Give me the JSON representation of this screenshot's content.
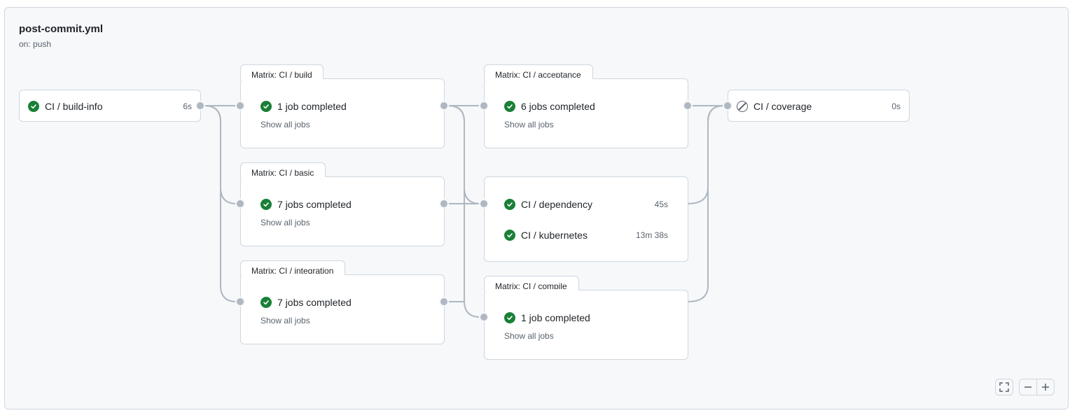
{
  "workflow": {
    "file": "post-commit.yml",
    "trigger": "on: push"
  },
  "jobs": {
    "build_info": {
      "name": "CI / build-info",
      "duration": "6s",
      "status": "success"
    },
    "coverage": {
      "name": "CI / coverage",
      "duration": "0s",
      "status": "skipped"
    },
    "dependency": {
      "name": "CI / dependency",
      "duration": "45s",
      "status": "success"
    },
    "kubernetes": {
      "name": "CI / kubernetes",
      "duration": "13m 38s",
      "status": "success"
    }
  },
  "matrices": {
    "build": {
      "tab": "Matrix: CI / build",
      "summary": "1 job completed",
      "link": "Show all jobs"
    },
    "basic": {
      "tab": "Matrix: CI / basic",
      "summary": "7 jobs completed",
      "link": "Show all jobs"
    },
    "integration": {
      "tab": "Matrix: CI / integration",
      "summary": "7 jobs completed",
      "link": "Show all jobs"
    },
    "acceptance": {
      "tab": "Matrix: CI / acceptance",
      "summary": "6 jobs completed",
      "link": "Show all jobs"
    },
    "compile": {
      "tab": "Matrix: CI / compile",
      "summary": "1 job completed",
      "link": "Show all jobs"
    }
  },
  "controls": {
    "fullscreen_icon": "fullscreen-icon",
    "zoom_out_icon": "minus-icon",
    "zoom_in_icon": "plus-icon"
  },
  "colors": {
    "success": "#1a7f37",
    "edge": "#afb8c1",
    "border": "#d0d7de",
    "canvas": "#f6f8fa"
  }
}
